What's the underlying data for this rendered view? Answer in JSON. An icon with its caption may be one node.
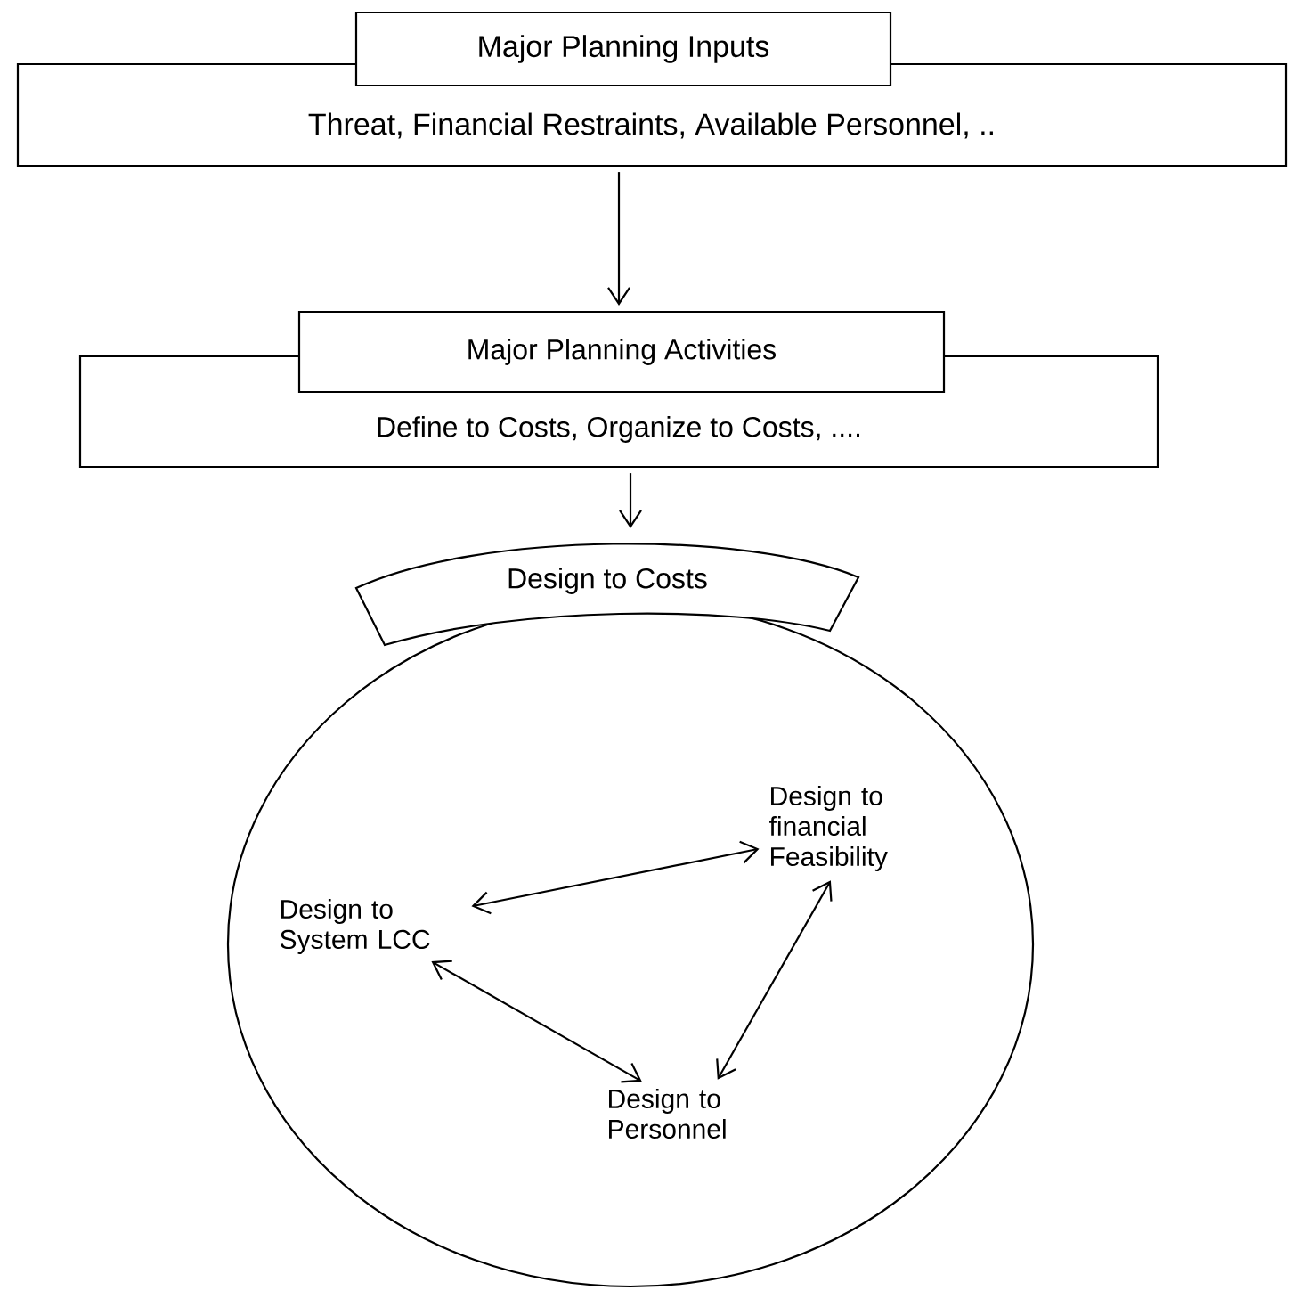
{
  "diagram": {
    "nodes": [
      {
        "text": [
          "Major Planning Inputs",
          "Threat, Financial Restraints, Available Personnel, .."
        ]
      },
      {
        "text": [
          "Major Planning Activities",
          "Define to Costs, Organize to Costs, ...."
        ]
      },
      {
        "text": [
          "Design to Costs"
        ]
      },
      {
        "text": [
          "Design to financial Feasibility"
        ],
        "in": 2
      },
      {
        "text": [
          "Design to System LCC"
        ],
        "in": 2
      },
      {
        "text": [
          "Design to Personnel"
        ],
        "in": 2
      }
    ],
    "edges": [
      {
        "from": 0,
        "to": 1,
        "arrow": "to"
      },
      {
        "from": 1,
        "to": 2,
        "arrow": "to"
      },
      {
        "from": 4,
        "to": 3,
        "arrow": "both"
      },
      {
        "from": 3,
        "to": 5,
        "arrow": "both"
      },
      {
        "from": 4,
        "to": 5,
        "arrow": "both"
      }
    ]
  }
}
